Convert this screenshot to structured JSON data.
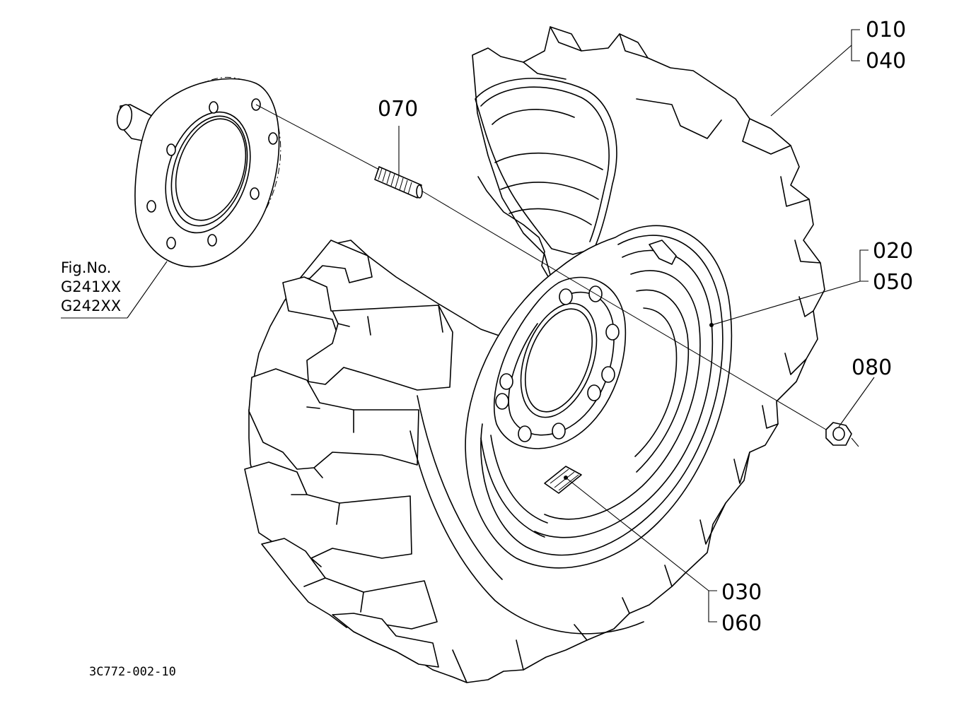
{
  "callouts": {
    "p010": "010",
    "p040": "040",
    "p070": "070",
    "p020": "020",
    "p050": "050",
    "p080": "080",
    "p030": "030",
    "p060": "060"
  },
  "figure_ref": {
    "line1": "Fig.No.",
    "line2": "G241XX",
    "line3": "G242XX"
  },
  "drawing_code": "3C772-002-10"
}
